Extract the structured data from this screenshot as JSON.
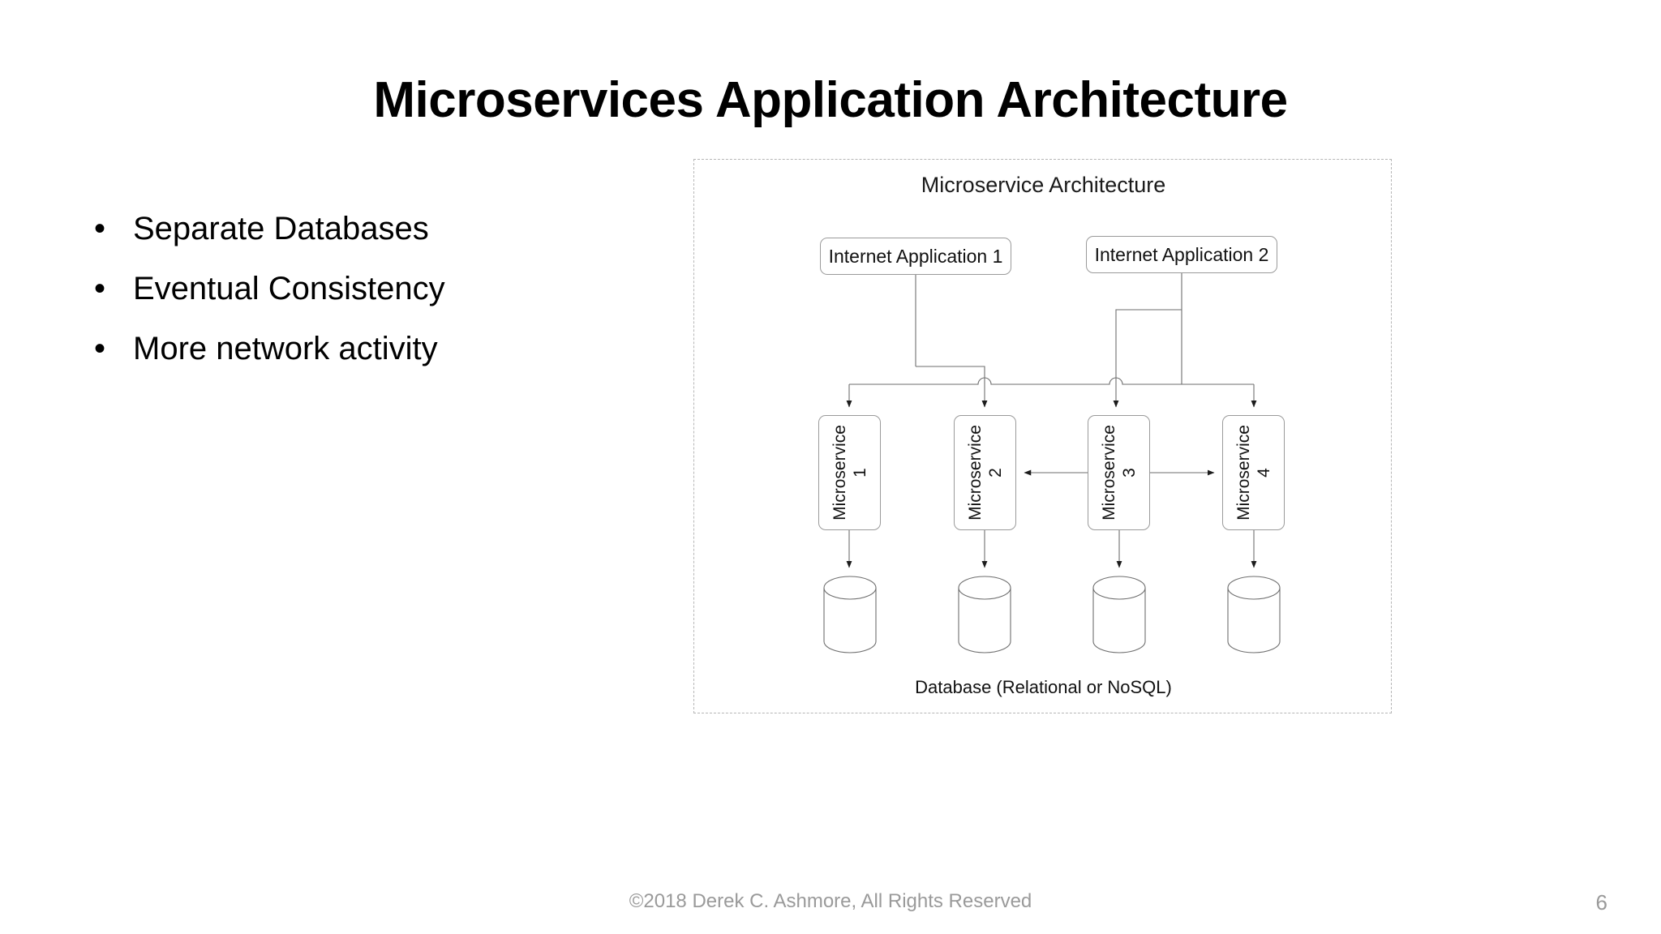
{
  "slide": {
    "title": "Microservices Application Architecture",
    "page_number": "6",
    "copyright": "©2018 Derek C. Ashmore, All Rights Reserved",
    "background_color": "#ffffff",
    "footer_color": "#9a9a9a"
  },
  "bullets": [
    {
      "marker": "•",
      "text": "Separate Databases"
    },
    {
      "marker": "•",
      "text": "Eventual Consistency"
    },
    {
      "marker": "•",
      "text": "More network activity"
    }
  ],
  "diagram": {
    "title": "Microservice Architecture",
    "border_color": "#b6b6b6",
    "node_border_color": "#9a9a9a",
    "connector_color": "#6e6e6e",
    "db_caption": "Database (Relational or NoSQL)",
    "applications": [
      {
        "label": "Internet Application 1"
      },
      {
        "label": "Internet Application 2"
      }
    ],
    "microservices": [
      {
        "name": "Microservice",
        "number": "1"
      },
      {
        "name": "Microservice",
        "number": "2"
      },
      {
        "name": "Microservice",
        "number": "3"
      },
      {
        "name": "Microservice",
        "number": "4"
      }
    ],
    "databases": [
      {
        "label": ""
      },
      {
        "label": ""
      },
      {
        "label": ""
      },
      {
        "label": ""
      }
    ]
  },
  "chart_data": {
    "type": "diagram",
    "title": "Microservice Architecture",
    "nodes": [
      {
        "id": "app1",
        "label": "Internet Application 1",
        "shape": "rounded-rect",
        "tier": "client"
      },
      {
        "id": "app2",
        "label": "Internet Application 2",
        "shape": "rounded-rect",
        "tier": "client"
      },
      {
        "id": "ms1",
        "label": "Microservice 1",
        "shape": "rounded-rect-vertical",
        "tier": "service"
      },
      {
        "id": "ms2",
        "label": "Microservice 2",
        "shape": "rounded-rect-vertical",
        "tier": "service"
      },
      {
        "id": "ms3",
        "label": "Microservice 3",
        "shape": "rounded-rect-vertical",
        "tier": "service"
      },
      {
        "id": "ms4",
        "label": "Microservice 4",
        "shape": "rounded-rect-vertical",
        "tier": "service"
      },
      {
        "id": "db1",
        "label": "Database (Relational or NoSQL)",
        "shape": "cylinder",
        "tier": "data"
      },
      {
        "id": "db2",
        "label": "Database (Relational or NoSQL)",
        "shape": "cylinder",
        "tier": "data"
      },
      {
        "id": "db3",
        "label": "Database (Relational or NoSQL)",
        "shape": "cylinder",
        "tier": "data"
      },
      {
        "id": "db4",
        "label": "Database (Relational or NoSQL)",
        "shape": "cylinder",
        "tier": "data"
      }
    ],
    "edges": [
      {
        "from": "app1",
        "to": "ms1",
        "arrow": "to"
      },
      {
        "from": "app1",
        "to": "ms2",
        "arrow": "to"
      },
      {
        "from": "app2",
        "to": "ms3",
        "arrow": "to"
      },
      {
        "from": "app2",
        "to": "ms4",
        "arrow": "to"
      },
      {
        "from": "ms3",
        "to": "ms2",
        "arrow": "to"
      },
      {
        "from": "ms3",
        "to": "ms4",
        "arrow": "to"
      },
      {
        "from": "ms1",
        "to": "db1",
        "arrow": "to"
      },
      {
        "from": "ms2",
        "to": "db2",
        "arrow": "to"
      },
      {
        "from": "ms3",
        "to": "db3",
        "arrow": "to"
      },
      {
        "from": "ms4",
        "to": "db4",
        "arrow": "to"
      }
    ]
  }
}
